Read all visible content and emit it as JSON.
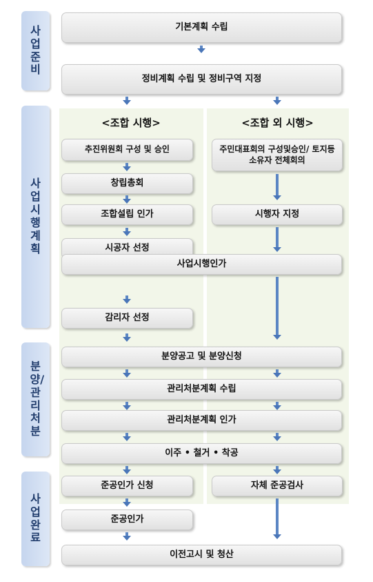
{
  "phases": [
    {
      "label": "사업준비"
    },
    {
      "label": "사업시행계획"
    },
    {
      "label": "분양/관리처분"
    },
    {
      "label": "사업완료"
    }
  ],
  "headings": {
    "left": "<조합 시행>",
    "right": "<조합 외 시행>"
  },
  "steps": {
    "basic_plan": "기본계획 수립",
    "maintenance_plan": "정비계획 수립 및 정비구역 지정",
    "promotion_committee": "추진위원회 구성 및 승인",
    "resident_rep": "주민대표회의 구성및승인/ 토지등소유자 전체회의",
    "founding_meeting": "창립총회",
    "union_approval": "조합설립 인가",
    "implementer_designation": "시행자 지정",
    "contractor_selection": "시공자 선정",
    "project_approval": "사업시행인가",
    "supervisor_selection": "감리자 선정",
    "sale_notice": "분양공고 및 분양신청",
    "mgmt_plan": "관리처분계획 수립",
    "mgmt_approval": "관리처분계획 인가",
    "relocation": "이주 • 철거 • 착공",
    "completion_request": "준공인가 신청",
    "self_inspection": "자체 준공검사",
    "completion_approval": "준공인가",
    "transfer_settlement": "이전고시 및 청산"
  }
}
